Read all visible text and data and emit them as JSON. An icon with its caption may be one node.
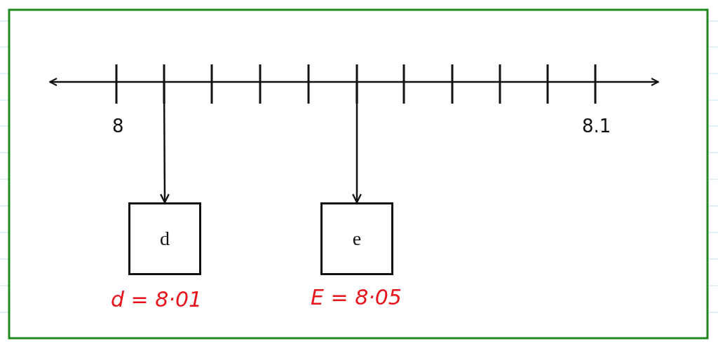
{
  "diagram": {
    "nodes": [
      {
        "text": [
          "d"
        ],
        "beside": [
          "d = 8·01"
        ]
      },
      {
        "text": [
          "e"
        ],
        "beside": [
          "E = 8·05"
        ]
      }
    ],
    "edges": [
      {
        "from": null,
        "to": 0,
        "arrow": "to"
      },
      {
        "from": null,
        "to": 1,
        "arrow": "to"
      }
    ],
    "labels": [
      "8",
      "8.1"
    ]
  }
}
